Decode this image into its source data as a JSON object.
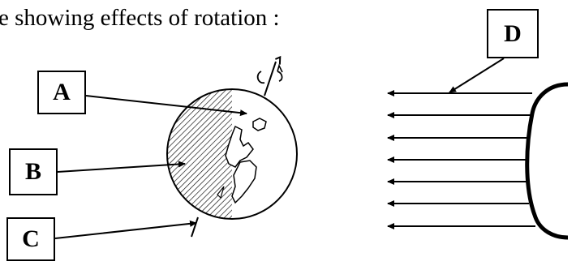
{
  "caption": "e showing effects of rotation :",
  "labels": {
    "a": "A",
    "b": "B",
    "c": "C",
    "d": "D"
  },
  "colors": {
    "ink": "#000000",
    "background": "#ffffff"
  }
}
